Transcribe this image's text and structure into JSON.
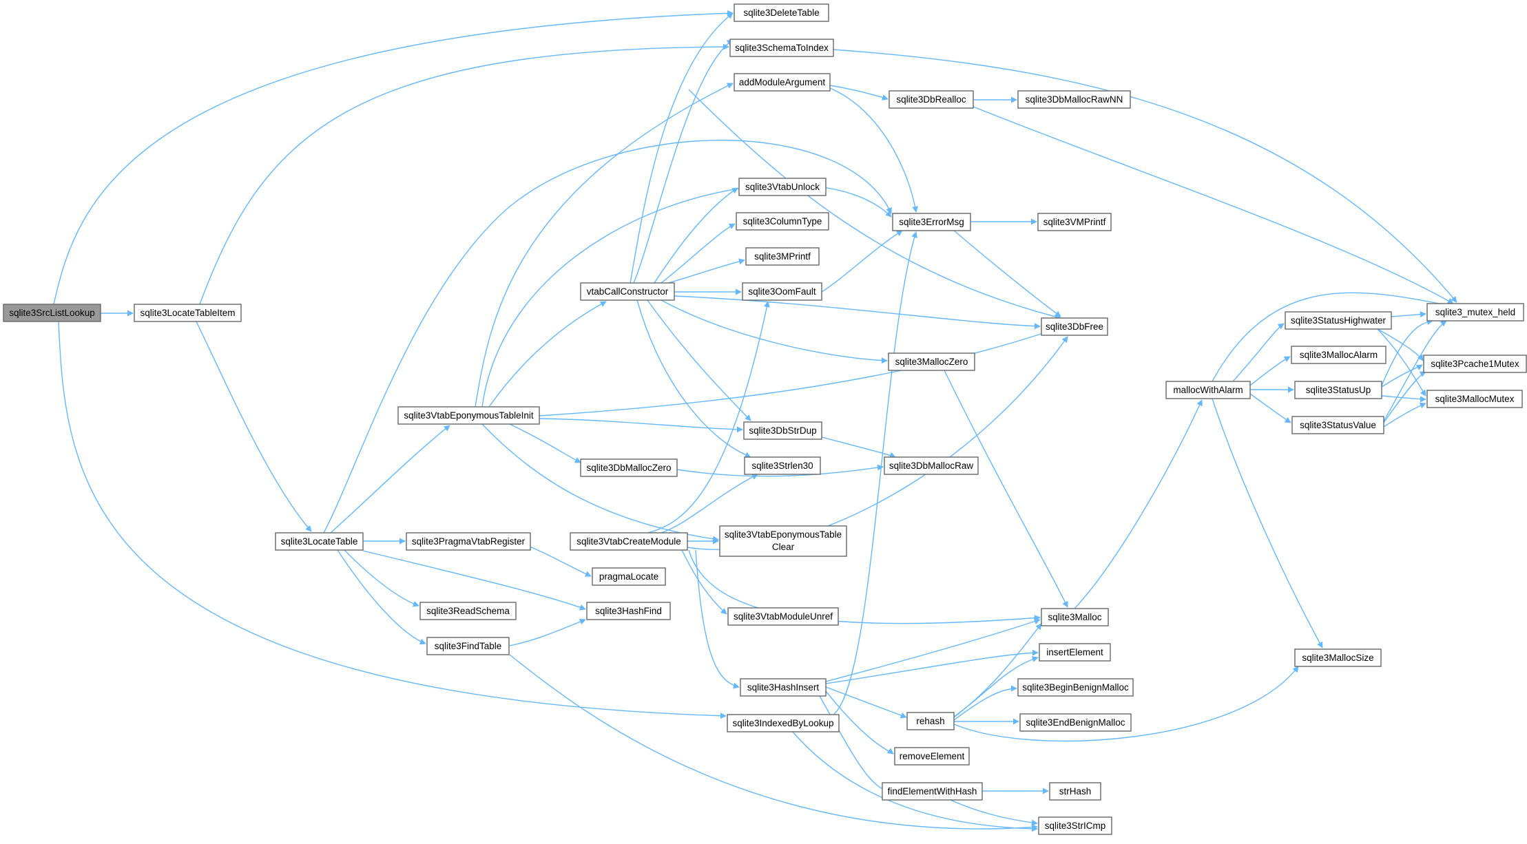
{
  "nodes": {
    "srclistlookup": "sqlite3SrcListLookup",
    "locatetableitem": "sqlite3LocateTableItem",
    "locatetable": "sqlite3LocateTable",
    "vtabeponymoustableinit": "sqlite3VtabEponymousTableInit",
    "pragmavtabregister": "sqlite3PragmaVtabRegister",
    "readschema": "sqlite3ReadSchema",
    "findtable": "sqlite3FindTable",
    "vtabcallconstructor": "vtabCallConstructor",
    "dbmalloczero": "sqlite3DbMallocZero",
    "vtabcreatemodule": "sqlite3VtabCreateModule",
    "pragmalocate": "pragmaLocate",
    "hashfind": "sqlite3HashFind",
    "deletetable": "sqlite3DeleteTable",
    "schematoindex": "sqlite3SchemaToIndex",
    "addmoduleargument": "addModuleArgument",
    "vtabunlock": "sqlite3VtabUnlock",
    "columntype": "sqlite3ColumnType",
    "mprintf": "sqlite3MPrintf",
    "oomfault": "sqlite3OomFault",
    "dbstrdup": "sqlite3DbStrDup",
    "strlen30": "sqlite3Strlen30",
    "vtabeponymoustableclear": [
      "sqlite3VtabEponymousTable",
      "Clear"
    ],
    "vtabmoduleunref": "sqlite3VtabModuleUnref",
    "hashinsert": "sqlite3HashInsert",
    "indexedbylookup": "sqlite3IndexedByLookup",
    "dbrealloc": "sqlite3DbRealloc",
    "errormsg": "sqlite3ErrorMsg",
    "malloczero": "sqlite3MallocZero",
    "dbmallocraw": "sqlite3DbMallocRaw",
    "rehash": "rehash",
    "removeelement": "removeElement",
    "findelementwithhash": "findElementWithHash",
    "dbmallocrawnn": "sqlite3DbMallocRawNN",
    "vmprintf": "sqlite3VMPrintf",
    "dbfree": "sqlite3DbFree",
    "malloc": "sqlite3Malloc",
    "insertelement": "insertElement",
    "beginbenignmalloc": "sqlite3BeginBenignMalloc",
    "endbenignmalloc": "sqlite3EndBenignMalloc",
    "strhash": "strHash",
    "strcmp": "sqlite3StrICmp",
    "mallocwithalarm": "mallocWithAlarm",
    "statushighwater": "sqlite3StatusHighwater",
    "mallocalarm": "sqlite3MallocAlarm",
    "statusup": "sqlite3StatusUp",
    "statusvalue": "sqlite3StatusValue",
    "mallocsize": "sqlite3MallocSize",
    "mutexheld": "sqlite3_mutex_held",
    "pcache1mutex": "sqlite3Pcache1Mutex",
    "mallocmutex": "sqlite3MallocMutex"
  }
}
